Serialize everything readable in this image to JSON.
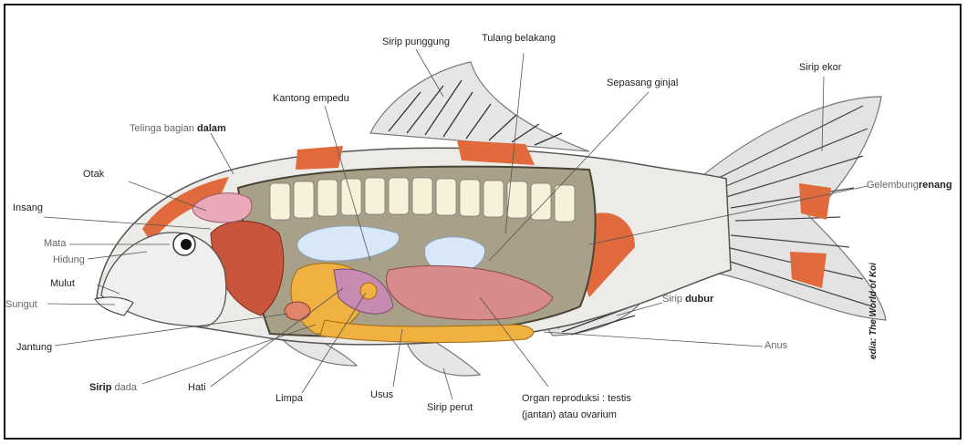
{
  "labels": {
    "sirip_punggung": "Sirip punggung",
    "tulang_belakang": "Tulang belakang",
    "sepasang_ginjal": "Sepasang ginjal",
    "sirip_ekor": "Sirip ekor",
    "kantong_empedu": "Kantong empedu",
    "telinga_a": "Telinga bagian",
    "telinga_b": "dalam",
    "otak": "Otak",
    "insang": "Insang",
    "mata": "Mata",
    "hidung": "Hidung",
    "mulut": "Mulut",
    "sungut": "Sungut",
    "jantung": "Jantung",
    "sirip_dada_a": "Sirip",
    "sirip_dada_b": "dada",
    "hati": "Hati",
    "limpa": "Limpa",
    "usus": "Usus",
    "sirip_perut": "Sirip perut",
    "organ_1": "Organ reproduksi : testis",
    "organ_2": "(jantan) atau ovarium",
    "anus": "Anus",
    "sirip_dubur_a": "Sirip",
    "sirip_dubur_b": "dubur",
    "gelembung_a": "Gelembung",
    "gelembung_b": "renang"
  },
  "credit": "edia: The World of Koi",
  "colors": {
    "skin": "#ecebe8",
    "orange": "#e06a3c",
    "cavity": "#a8a088",
    "bone": "#f6f1d8",
    "heart": "#c9553c",
    "liver": "#f0b140",
    "bladder": "#d8e8f8",
    "gonad": "#d98a8a",
    "brain": "#e9a9b8"
  }
}
